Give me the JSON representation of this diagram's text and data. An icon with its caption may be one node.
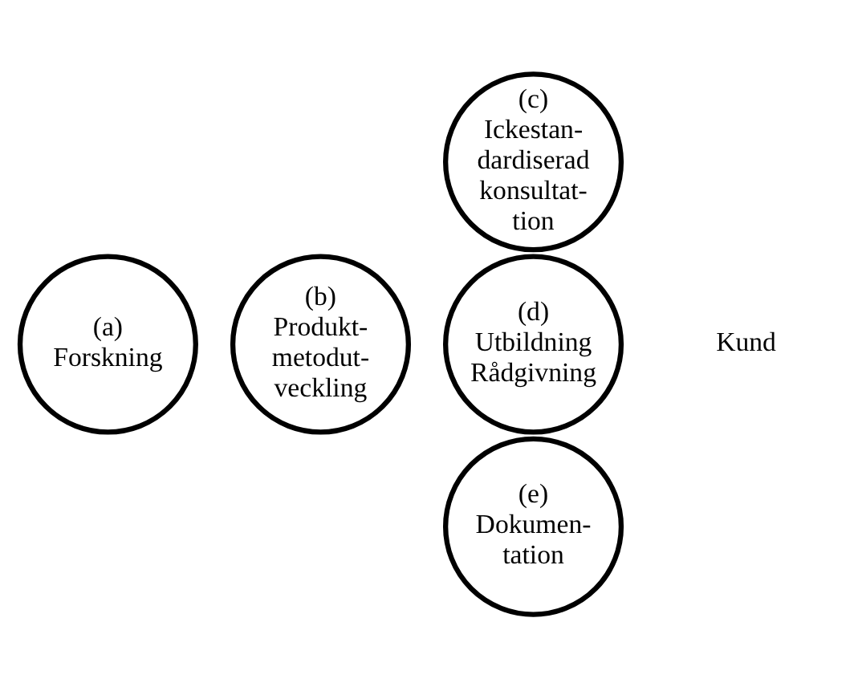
{
  "diagram": {
    "nodes": [
      {
        "text": [
          "(a)",
          "Forskning"
        ]
      },
      {
        "text": [
          "(b)",
          "Produkt- metodut- veckling"
        ]
      },
      {
        "text": [
          "(c)",
          "Ickestan- dardiserad konsultat- tion"
        ]
      },
      {
        "text": [
          "(d)",
          "Utbildning Rådgivning"
        ]
      },
      {
        "text": [
          "(e)",
          "Dokumen- tation"
        ]
      }
    ],
    "edges": [],
    "labels": [
      "Kund"
    ]
  }
}
